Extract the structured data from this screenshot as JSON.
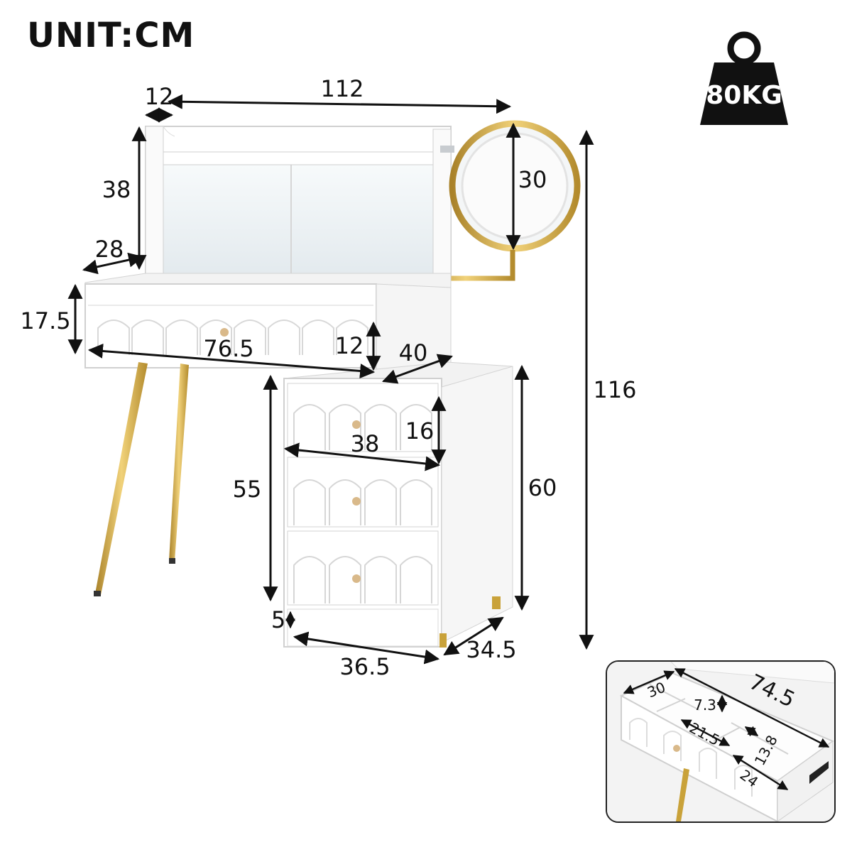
{
  "header": {
    "unit_label": "UNIT:CM"
  },
  "weight_badge": {
    "label": "80KG",
    "icon": "weight-icon"
  },
  "colors": {
    "panel": "#ffffff",
    "edge": "#cfcfcf",
    "gold": "#c9a23a",
    "ink": "#111111",
    "glass": "#eaf0f3"
  },
  "dimensions": {
    "top_depth": "12",
    "total_width": "112",
    "hutch_height": "38",
    "mirror_diameter": "30",
    "desk_depth": "28",
    "desk_drawer_height": "17.5",
    "desk_drawer_width": "76.5",
    "drawer_front_height": "12",
    "cabinet_top_depth": "40",
    "total_height": "116",
    "cabinet_drawer_height": "16",
    "cabinet_drawer_width": "38",
    "under_desk_height": "55",
    "cabinet_height": "60",
    "base_height": "5",
    "cabinet_width": "36.5",
    "cabinet_depth": "34.5"
  },
  "inset": {
    "drawer_length": "74.5",
    "drawer_depth": "30",
    "compartment_height": "7.3",
    "compartment_width": "21.5",
    "compartment_depth": "13.8",
    "compartment_length": "24"
  }
}
